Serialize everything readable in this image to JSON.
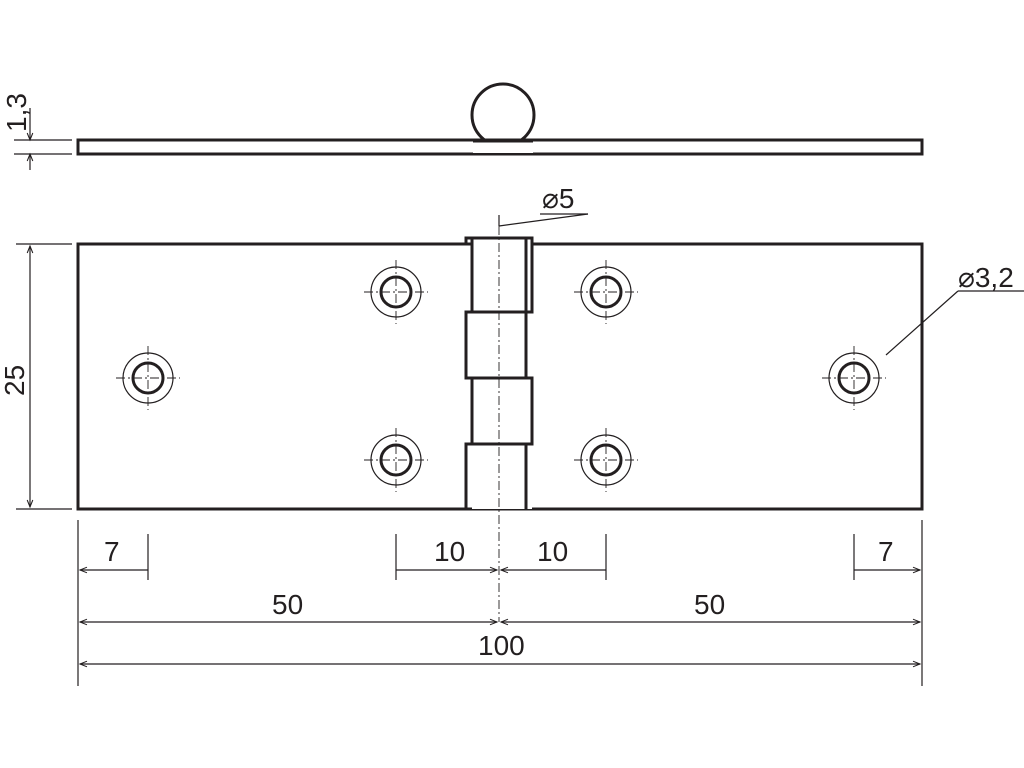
{
  "drawing": {
    "labels": {
      "thickness": "1,3",
      "pin_diameter": "⌀5",
      "hole_diameter": "⌀3,2",
      "height": "25",
      "edge_offset_left": "7",
      "pin_offset_left": "10",
      "pin_offset_right": "10",
      "edge_offset_right": "7",
      "half_left": "50",
      "half_right": "50",
      "overall_length": "100"
    },
    "colors": {
      "ink": "#231f20",
      "background": "#ffffff"
    }
  }
}
